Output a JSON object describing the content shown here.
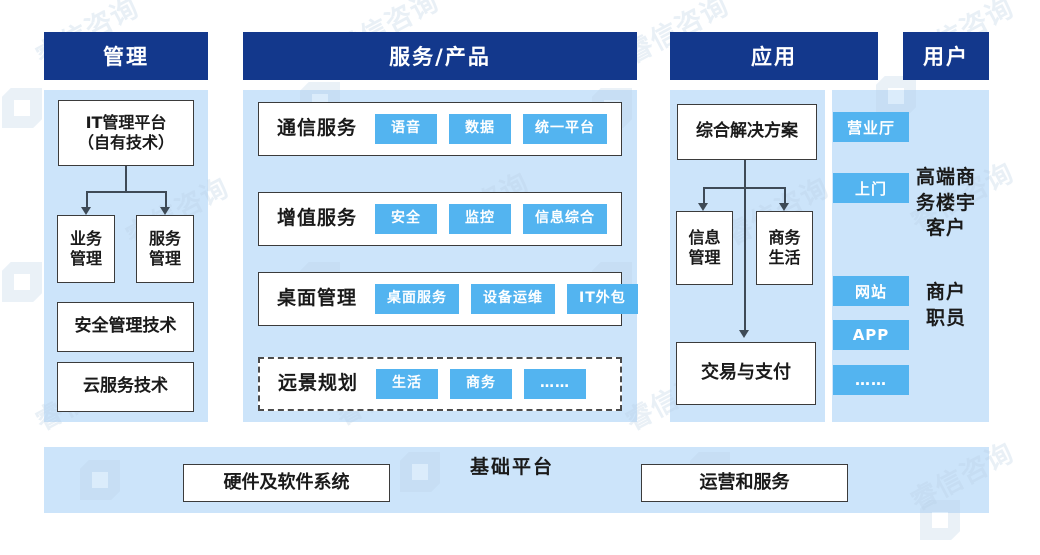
{
  "columns": {
    "management": {
      "header": "管理",
      "platform_box": "IT管理平台\n（自有技术）",
      "platform_line1": "IT管理平台",
      "platform_line2": "（自有技术）",
      "children": [
        {
          "line1": "业务",
          "line2": "管理"
        },
        {
          "line1": "服务",
          "line2": "管理"
        }
      ],
      "tech_boxes": [
        "安全管理技术",
        "云服务技术"
      ]
    },
    "service": {
      "header": "服务/产品",
      "rows": [
        {
          "label": "通信服务",
          "chips": [
            "语音",
            "数据",
            "统一平台"
          ],
          "dashed": false
        },
        {
          "label": "增值服务",
          "chips": [
            "安全",
            "监控",
            "信息综合"
          ],
          "dashed": false
        },
        {
          "label": "桌面管理",
          "chips": [
            "桌面服务",
            "设备运维",
            "IT外包"
          ],
          "dashed": false
        },
        {
          "label": "远景规划",
          "chips": [
            "生活",
            "商务",
            "……"
          ],
          "dashed": true
        }
      ]
    },
    "application": {
      "header": "应用",
      "top_box": "综合解决方案",
      "mid_boxes": [
        {
          "line1": "信息",
          "line2": "管理"
        },
        {
          "line1": "商务",
          "line2": "生活"
        }
      ],
      "bottom_box": "交易与支付"
    },
    "channels": [
      "营业厅",
      "上门",
      "网站",
      "APP",
      "……"
    ],
    "user": {
      "header": "用户",
      "segments": [
        {
          "lines": [
            "高端商",
            "务楼宇",
            "客户"
          ]
        },
        {
          "lines": [
            "商户",
            "职员"
          ]
        }
      ]
    }
  },
  "platform": {
    "title": "基础平台",
    "boxes": [
      "硬件及软件系统",
      "运营和服务"
    ]
  },
  "watermark": {
    "text": "睿信咨询"
  },
  "colors": {
    "header_blue": "#13388C",
    "panel_blue": "#CCE4FA",
    "chip_blue": "#53B4F0",
    "box_border": "#3b3b3b",
    "connector": "#3e4a56"
  }
}
